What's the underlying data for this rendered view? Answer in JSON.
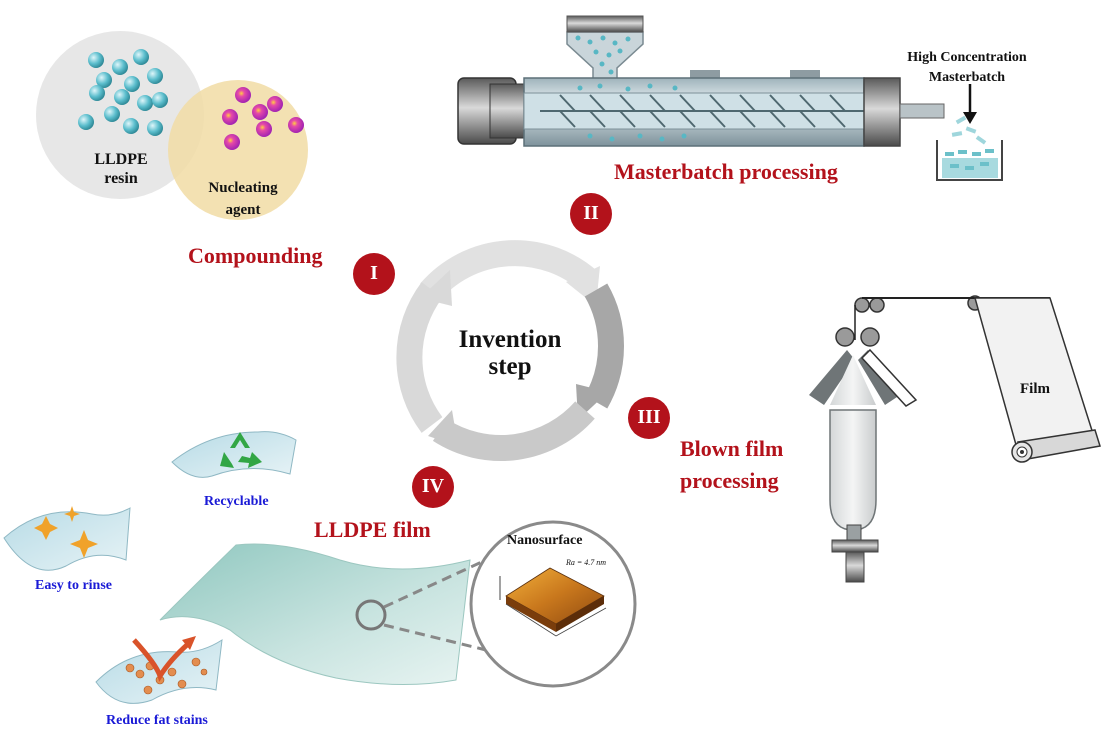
{
  "venn": {
    "resin_label_line1": "LLDPE",
    "resin_label_line2": "resin",
    "agent_label_line1": "Nucleating",
    "agent_label_line2": "agent"
  },
  "stages": {
    "compounding": "Compounding",
    "masterbatch": "Masterbatch processing",
    "blown_film_line1": "Blown film",
    "blown_film_line2": "processing",
    "lldpe_film": "LLDPE film"
  },
  "step_numbers": [
    "I",
    "II",
    "III",
    "IV"
  ],
  "cycle": {
    "center_line1": "Invention",
    "center_line2": "step"
  },
  "extruder": {
    "output_line1": "High Concentration",
    "output_line2": "Masterbatch"
  },
  "blown_film": {
    "film_label": "Film"
  },
  "properties": {
    "recyclable": "Recyclable",
    "easy_rinse": "Easy to rinse",
    "reduce_fat": "Reduce fat stains"
  },
  "nanosurface": {
    "title": "Nanosurface",
    "roughness": "Ra = 4.7 nm"
  },
  "colors": {
    "step_red": "#b3121b",
    "stage_red": "#b3121b",
    "property_blue": "#1a1ad6",
    "resin_bead": "#4fb3c4",
    "agent_bead": "#c43bd8",
    "film_teal": "#a9d4cf"
  }
}
